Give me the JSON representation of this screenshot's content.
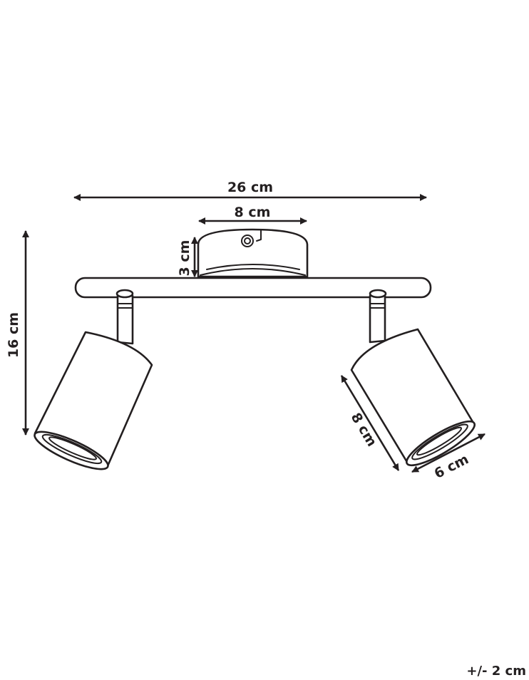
{
  "dimensions": {
    "total_width": "26 cm",
    "base_width": "8 cm",
    "base_height": "3 cm",
    "total_height": "16 cm",
    "shade_length": "8 cm",
    "shade_diameter": "6 cm"
  },
  "tolerance": "+/- 2 cm",
  "colors": {
    "line": "#231f20",
    "background": "#ffffff"
  }
}
